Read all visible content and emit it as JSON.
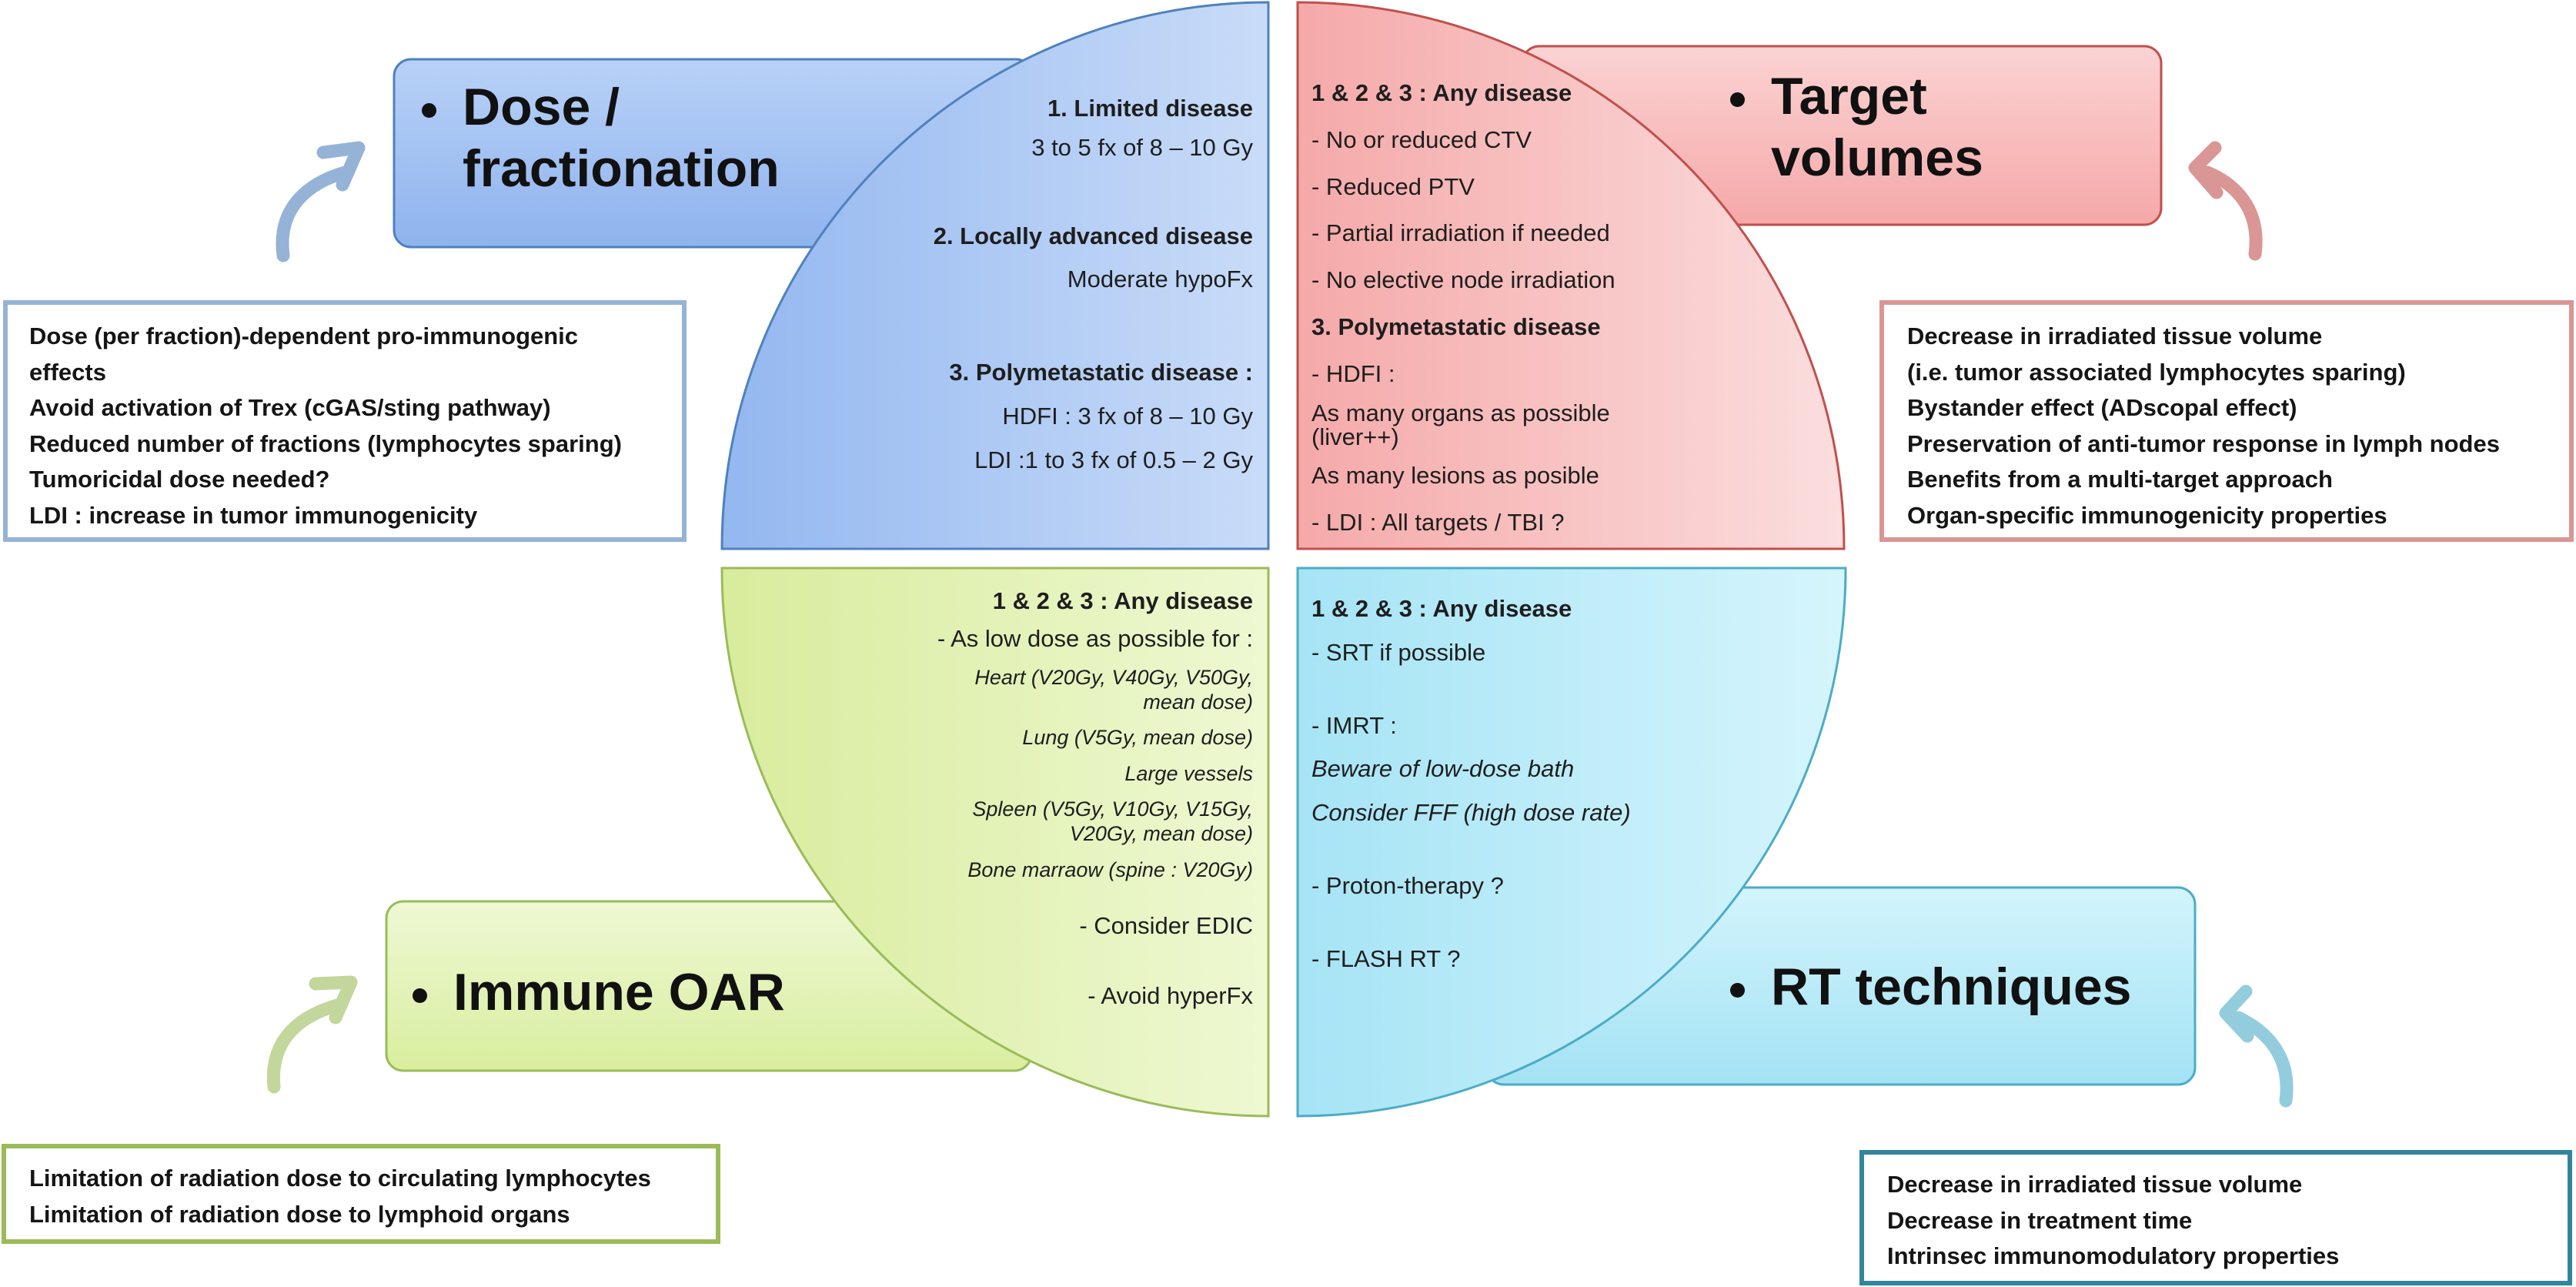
{
  "colors": {
    "dose": "#a6c6f6",
    "target": "#f8bcbc",
    "oar": "#e3f1b6",
    "rt": "#bdeef8",
    "dose_border": "#4f81bd",
    "target_border": "#c0504d",
    "oar_border": "#9bbb59",
    "rt_border": "#4bacc6"
  },
  "titles": {
    "dose": [
      "Dose /",
      "fractionation"
    ],
    "target": [
      "Target",
      "volumes"
    ],
    "oar": [
      "Immune OAR"
    ],
    "rt": [
      "RT techniques"
    ]
  },
  "dose_quadrant": [
    "1. Limited disease",
    "3 to 5 fx of 8 – 10 Gy",
    "2. Locally advanced disease",
    "Moderate hypoFx",
    "3. Polymetastatic disease :",
    "HDFI : 3 fx of 8 – 10 Gy",
    "LDI :1 to 3 fx of 0.5 – 2 Gy"
  ],
  "target_quadrant": [
    "1 & 2 & 3 : Any disease",
    "- No or reduced CTV",
    "- Reduced PTV",
    "- Partial irradiation if needed",
    "- No elective node irradiation",
    "3. Polymetastatic disease",
    "- HDFI :",
    "As many organs as possible",
    "(liver++)",
    "As many lesions as posible",
    "- LDI : All targets / TBI ?"
  ],
  "oar_quadrant": [
    "1 & 2 & 3 : Any disease",
    "- As low dose as possible for :",
    "Heart (V20Gy, V40Gy, V50Gy,",
    "mean dose)",
    "Lung (V5Gy, mean dose)",
    "Large vessels",
    "Spleen (V5Gy, V10Gy, V15Gy,",
    "V20Gy, mean dose)",
    "Bone marraow (spine : V20Gy)",
    "- Consider EDIC",
    "- Avoid hyperFx"
  ],
  "rt_quadrant": [
    "1 & 2 & 3 : Any disease",
    "- SRT if possible",
    "- IMRT :",
    "Beware of low-dose bath",
    "Consider FFF (high dose rate)",
    "- Proton-therapy ?",
    "- FLASH RT ?"
  ],
  "boxes": {
    "dose": [
      "Dose (per fraction)-dependent pro-immunogenic",
      "effects",
      "Avoid activation of Trex (cGAS/sting pathway)",
      "Reduced number of fractions (lymphocytes sparing)",
      "Tumoricidal dose needed?",
      "LDI : increase in tumor immunogenicity"
    ],
    "target": [
      "Decrease in irradiated tissue volume",
      "(i.e. tumor associated lymphocytes sparing)",
      "Bystander effect (ADscopal effect)",
      "Preservation  of anti-tumor response in lymph nodes",
      "Benefits from a multi-target approach",
      "Organ-specific immunogenicity properties"
    ],
    "oar": [
      "Limitation of radiation dose to circulating lymphocytes",
      "Limitation of radiation dose to lymphoid organs"
    ],
    "rt": [
      "Decrease in irradiated tissue volume",
      "Decrease in treatment time",
      "Intrinsec immunomodulatory properties"
    ]
  }
}
